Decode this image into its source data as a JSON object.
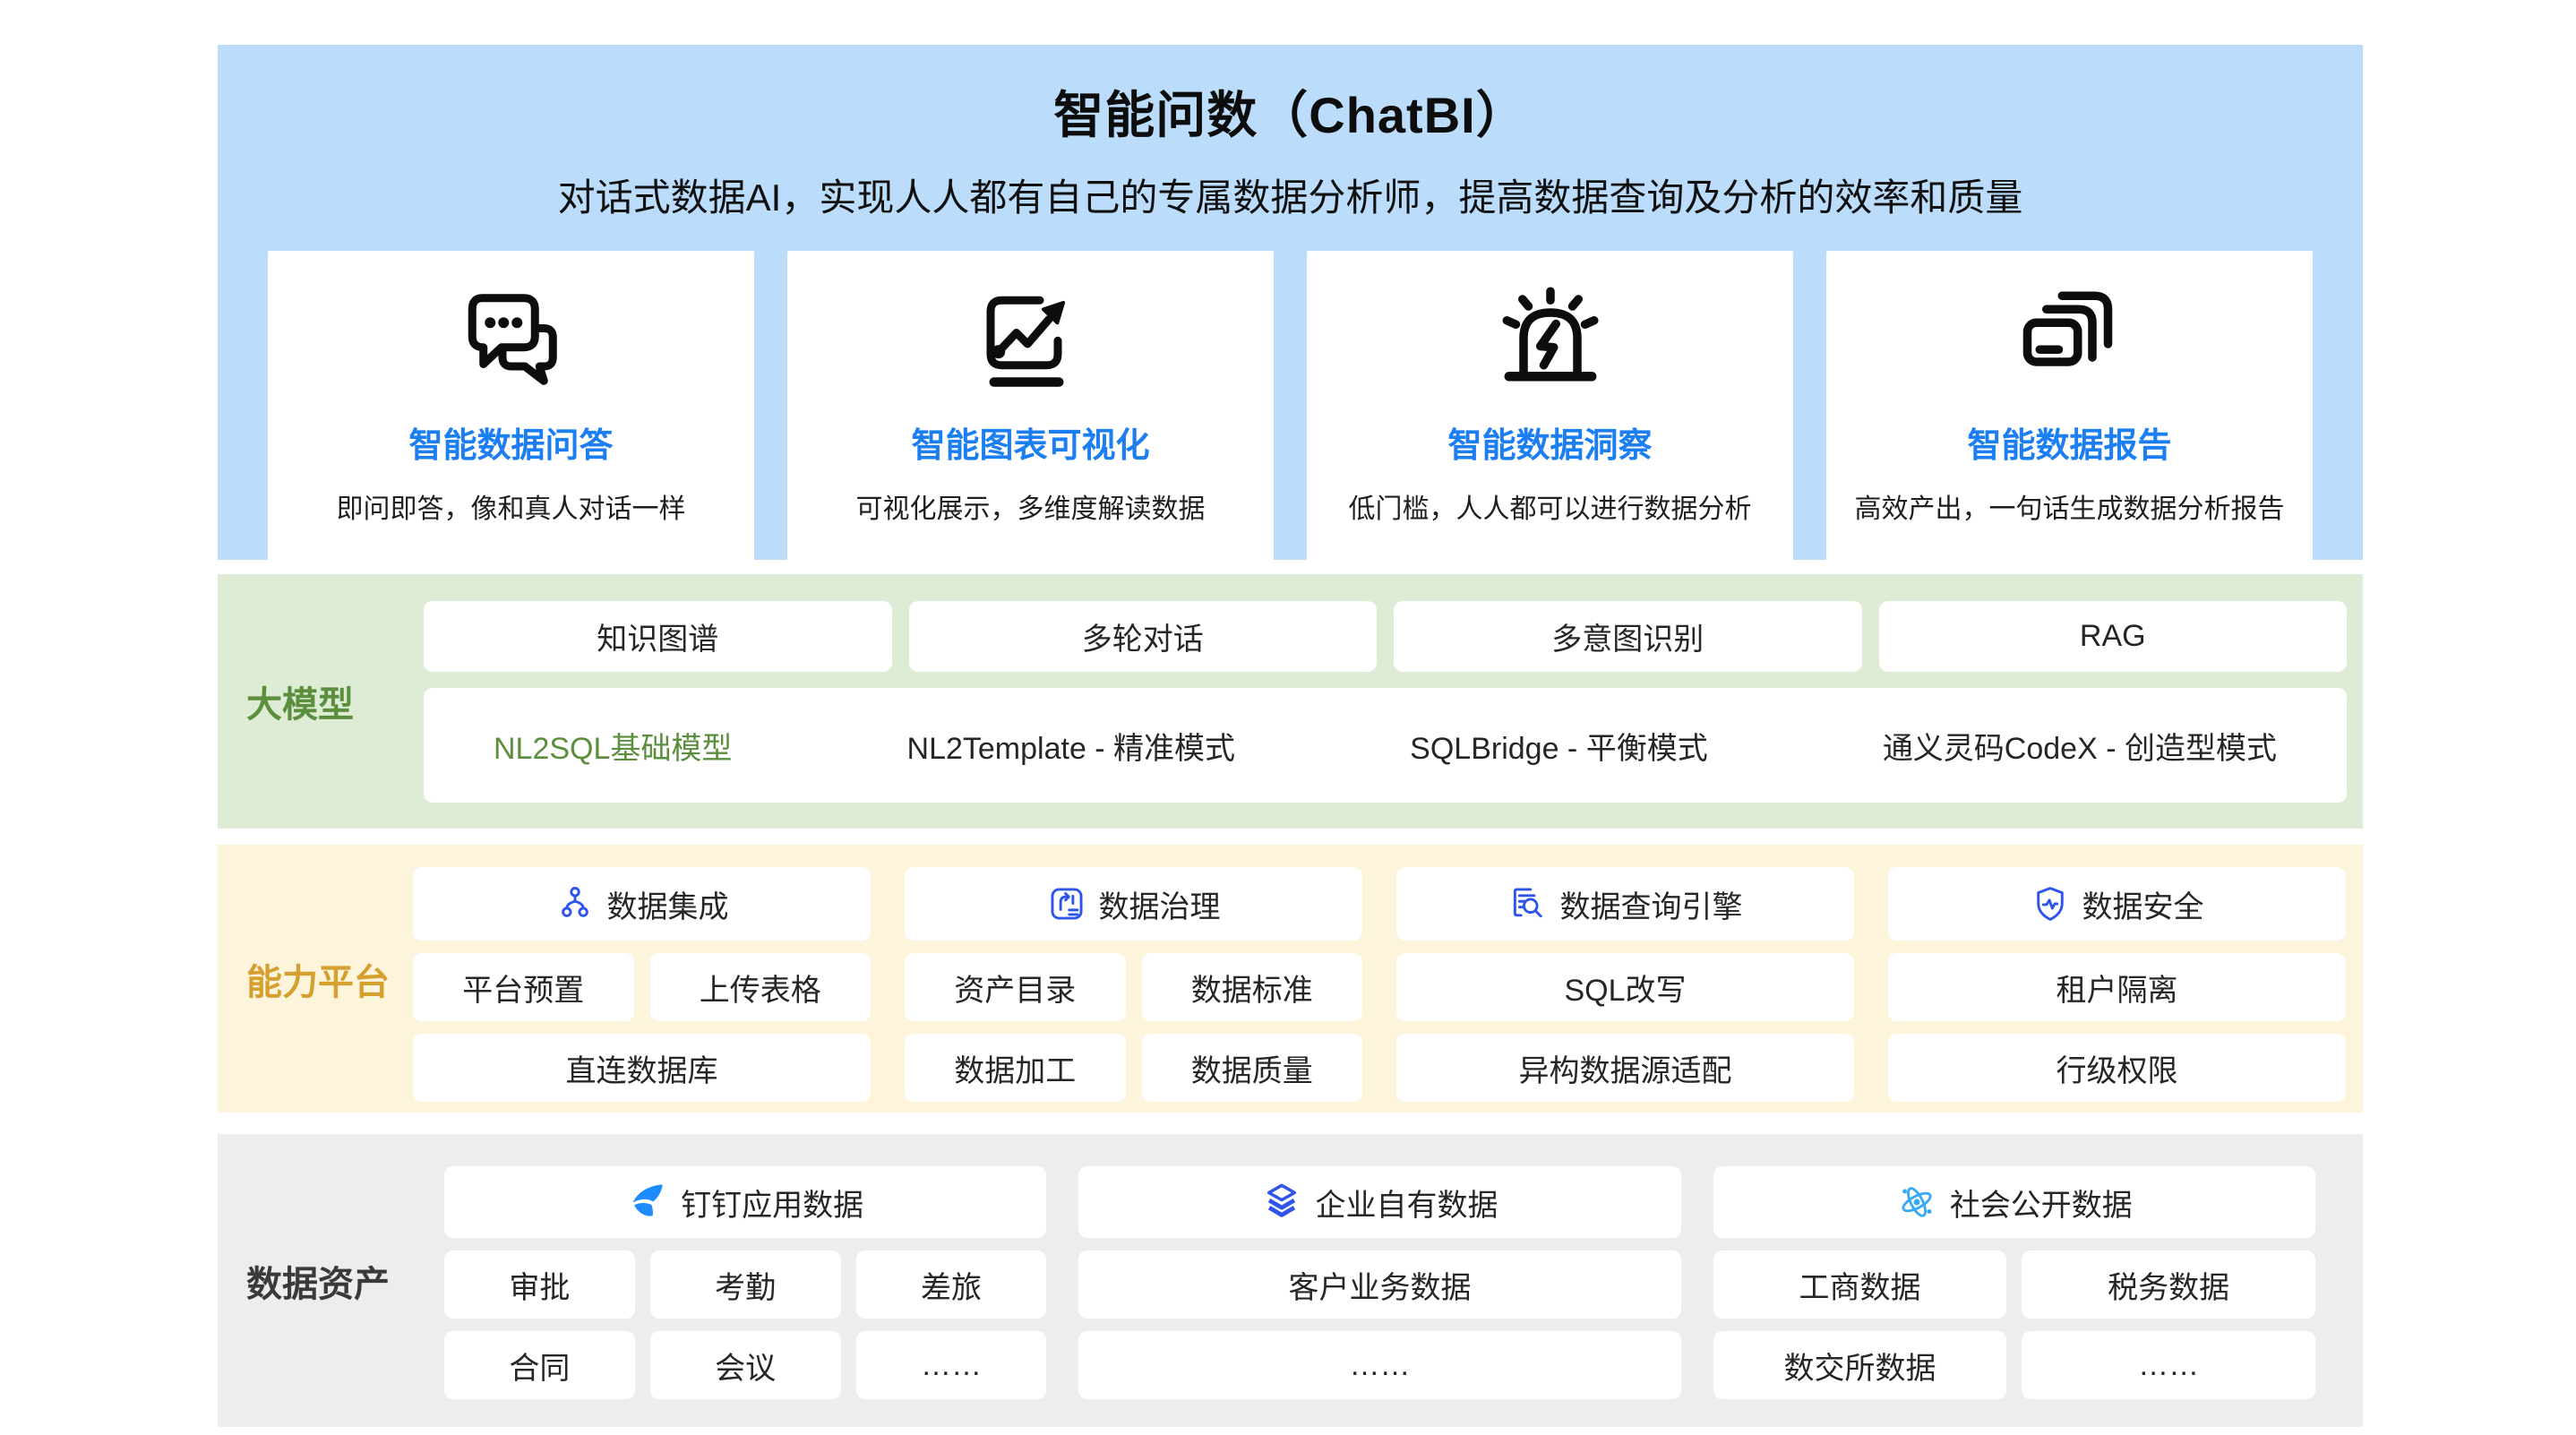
{
  "header": {
    "title": "智能问数（ChatBI）",
    "subtitle": "对话式数据AI，实现人人都有自己的专属数据分析师，提高数据查询及分析的效率和质量",
    "features": [
      {
        "icon": "chat-bubbles-icon",
        "title": "智能数据问答",
        "desc": "即问即答，像和真人对话一样"
      },
      {
        "icon": "rising-chart-icon",
        "title": "智能图表可视化",
        "desc": "可视化展示，多维度解读数据"
      },
      {
        "icon": "siren-alert-icon",
        "title": "智能数据洞察",
        "desc": "低门槛，人人都可以进行数据分析"
      },
      {
        "icon": "stacked-report-icon",
        "title": "智能数据报告",
        "desc": "高效产出，一句话生成数据分析报告"
      }
    ]
  },
  "model_layer": {
    "label": "大模型",
    "row1": [
      "知识图谱",
      "多轮对话",
      "多意图识别",
      "RAG"
    ],
    "row2": [
      {
        "text": "NL2SQL基础模型",
        "highlight": true
      },
      {
        "text": "NL2Template - 精准模式",
        "highlight": false
      },
      {
        "text": "SQLBridge - 平衡模式",
        "highlight": false
      },
      {
        "text": "通义灵码CodeX - 创造型模式",
        "highlight": false
      }
    ]
  },
  "platform_layer": {
    "label": "能力平台",
    "columns": [
      {
        "header": "数据集成",
        "icon": "data-integration-icon",
        "rows": [
          [
            "平台预置",
            "上传表格"
          ],
          [
            "直连数据库"
          ]
        ]
      },
      {
        "header": "数据治理",
        "icon": "data-governance-icon",
        "rows": [
          [
            "资产目录",
            "数据标准"
          ],
          [
            "数据加工",
            "数据质量"
          ]
        ]
      },
      {
        "header": "数据查询引擎",
        "icon": "query-engine-icon",
        "rows": [
          [
            "SQL改写"
          ],
          [
            "异构数据源适配"
          ]
        ]
      },
      {
        "header": "数据安全",
        "icon": "data-security-shield-icon",
        "rows": [
          [
            "租户隔离"
          ],
          [
            "行级权限"
          ]
        ]
      }
    ]
  },
  "asset_layer": {
    "label": "数据资产",
    "columns": [
      {
        "header": "钉钉应用数据",
        "icon": "dingtalk-wing-icon",
        "rows": [
          [
            "审批",
            "考勤",
            "差旅"
          ],
          [
            "合同",
            "会议",
            "……"
          ]
        ]
      },
      {
        "header": "企业自有数据",
        "icon": "layers-icon",
        "rows": [
          [
            "客户业务数据"
          ],
          [
            "……"
          ]
        ]
      },
      {
        "header": "社会公开数据",
        "icon": "atom-icon",
        "rows": [
          [
            "工商数据",
            "税务数据"
          ],
          [
            "数交所数据",
            "……"
          ]
        ]
      }
    ]
  },
  "colors": {
    "hero_bg": "#BBDCFA",
    "model_bg": "#DEECD6",
    "platform_bg": "#FDF4DC",
    "asset_bg": "#EDEDED",
    "feature_title_blue": "#1B7EF2",
    "model_green": "#5B8F3D",
    "platform_gold": "#D5A02F",
    "icon_royal_blue": "#2F54EB",
    "dingtalk_blue": "#1E8BFE",
    "atom_blue": "#38A9F4"
  }
}
